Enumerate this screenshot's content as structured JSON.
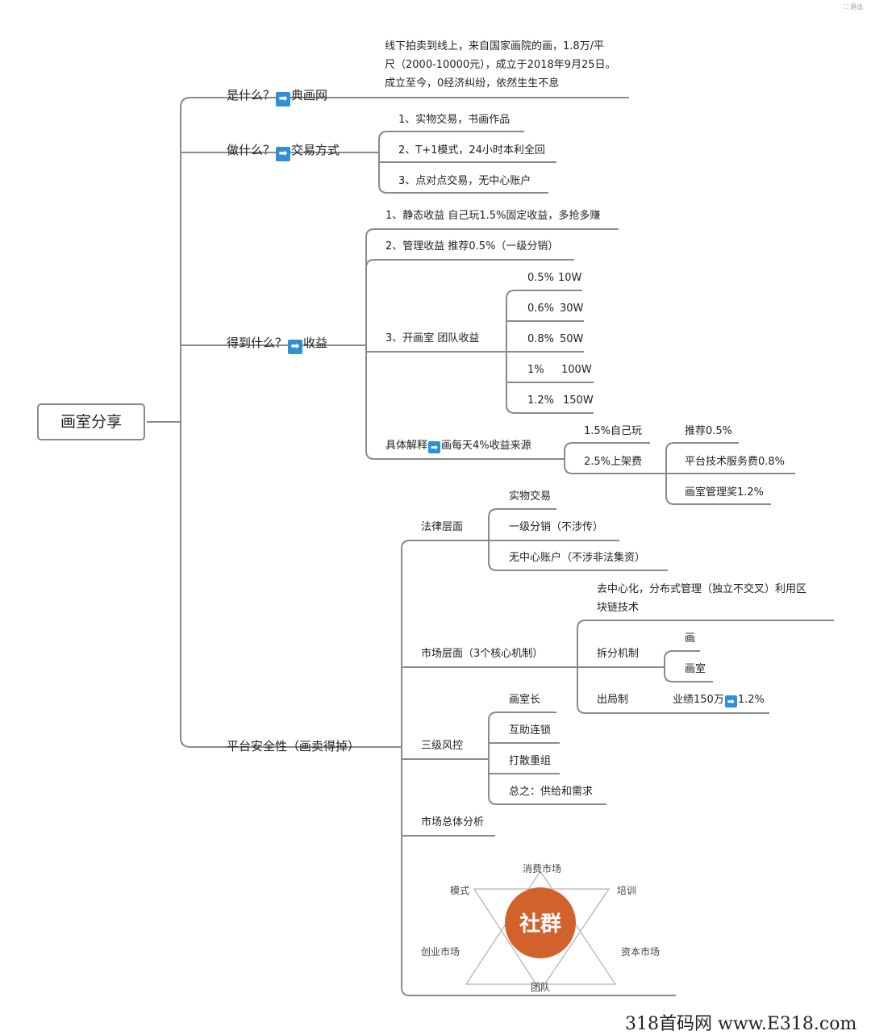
{
  "corner_label": "⛶ 退出",
  "root": "画室分享",
  "arrow_glyph": "➡",
  "what": {
    "label_pre": "是什么？",
    "label_post": "典画网",
    "desc_1": "线下拍卖到线上，来自国家画院的画，1.8万/平",
    "desc_2": "尺（2000-10000元），成立于2018年9月25日。",
    "desc_3": "成立至今，0经济纠纷，依然生生不息"
  },
  "do": {
    "label_pre": "做什么？",
    "label_post": "交易方式",
    "items": [
      "1、实物交易，书画作品",
      "2、T+1模式，24小时本利全回",
      "3、点对点交易，无中心账户"
    ]
  },
  "get": {
    "label_pre": "得到什么？",
    "label_post": "收益",
    "static": "1、静态收益 自己玩1.5%固定收益，多抢多赚",
    "manage": "2、管理收益  推荐0.5%（一级分销）",
    "team": "3、开画室 团队收益",
    "tiers": [
      {
        "rate": "0.5%",
        "amount": "10W"
      },
      {
        "rate": "0.6%",
        "amount": "30W"
      },
      {
        "rate": "0.8%",
        "amount": "50W"
      },
      {
        "rate": "1%",
        "amount": "100W"
      },
      {
        "rate": "1.2%",
        "amount": "150W"
      }
    ],
    "explain_pre": "具体解释",
    "explain_post": "画每天4%收益来源",
    "self_play": "1.5%自己玩",
    "listing": "2.5%上架费",
    "listing_items": [
      "推荐0.5%",
      "平台技术服务费0.8%",
      "画室管理奖1.2%"
    ]
  },
  "safe": {
    "label": "平台安全性（画卖得掉）",
    "legal": {
      "label": "法律层面",
      "items": [
        "实物交易",
        "一级分销（不涉传）",
        "无中心账户（不涉非法集资）"
      ]
    },
    "market": {
      "label": "市场层面（3个核心机制）",
      "decentral_1": "去中心化，分布式管理（独立不交叉）利用区",
      "decentral_2": "块链技术",
      "split": "拆分机制",
      "split_items": [
        "画",
        "画室"
      ],
      "exit": "出局制",
      "exit_pre": "业绩150万",
      "exit_post": "1.2%"
    },
    "risk": {
      "label": "三级风控",
      "items": [
        "画室长",
        "互助连锁",
        "打散重组",
        "总之：供给和需求"
      ]
    },
    "analysis": {
      "label": "市场总体分析"
    }
  },
  "star": {
    "center": "社群",
    "top": "消费市场",
    "upper_left": "模式",
    "upper_right": "培训",
    "lower_left": "创业市场",
    "lower_right": "资本市场",
    "bottom": "团队"
  },
  "watermark": "318首码网 www.E318.com",
  "colors": {
    "line": "#8a8a8a",
    "arrow": "#2f8fd8",
    "circle": "#d2622c",
    "star": "#b5b5b5"
  }
}
